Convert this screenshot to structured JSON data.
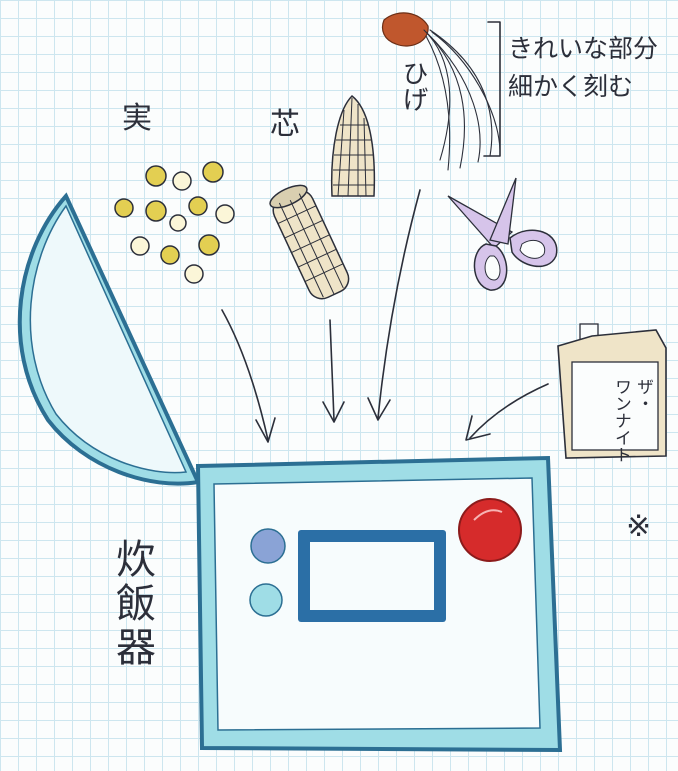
{
  "labels": {
    "kernels": "実",
    "core": "芯",
    "silk": "ひげ",
    "silk_note_line1": "きれいな部分",
    "silk_note_line2": "細かく刻む",
    "cooker": "炊飯器"
  },
  "seasoning": {
    "line1": "ザ・",
    "line2": "ワンナイト"
  },
  "colors": {
    "cooker_outline": "#2c6f93",
    "cooker_fill": "#9fdde6",
    "display": "#2b6fa6",
    "red_button": "#d62b2b",
    "blue_button": "#8aa3d6",
    "light_button": "#9fdde6",
    "kernel": "#e3cf52",
    "scissors_lavender": "#d6c4ea",
    "package_beige": "#efe4c8",
    "ink": "#2c2f3a"
  }
}
